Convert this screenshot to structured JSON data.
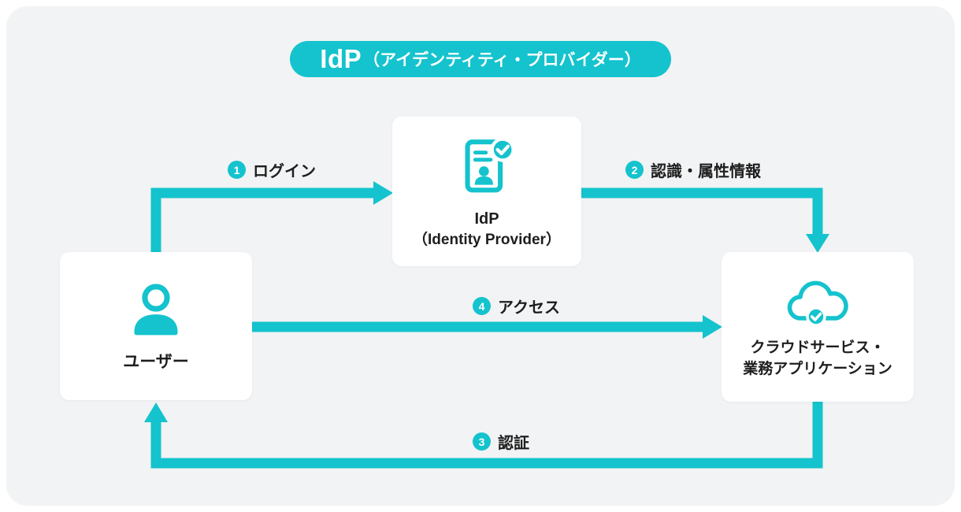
{
  "colors": {
    "accent": "#14C3CD",
    "panel": "#F2F3F4",
    "box": "#FFFFFF",
    "text": "#1E1E1E"
  },
  "title": {
    "main": "IdP",
    "sub": "（アイデンティティ・プロバイダー）"
  },
  "nodes": {
    "user": {
      "label": "ユーザー",
      "icon": "user-icon"
    },
    "idp": {
      "label_line1": "IdP",
      "label_line2": "（Identity Provider）",
      "icon": "id-card-check-icon"
    },
    "cloud": {
      "label_line1": "クラウドサービス・",
      "label_line2": "業務アプリケーション",
      "icon": "cloud-check-icon"
    }
  },
  "steps": [
    {
      "number": "1",
      "label": "ログイン"
    },
    {
      "number": "2",
      "label": "認識・属性情報"
    },
    {
      "number": "3",
      "label": "認証"
    },
    {
      "number": "4",
      "label": "アクセス"
    }
  ]
}
